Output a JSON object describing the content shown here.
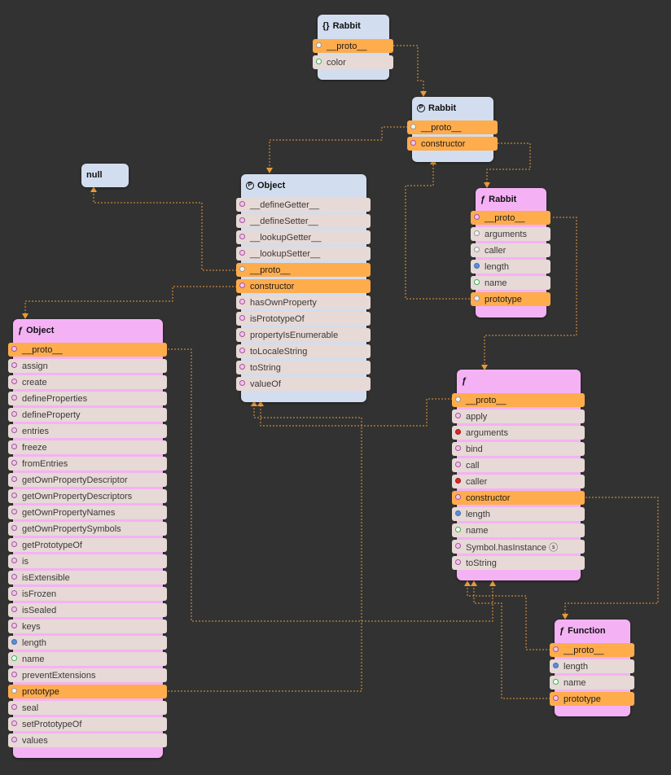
{
  "colors": {
    "background": "#323232",
    "object_node": "#d2deef",
    "function_node": "#f4b2f5",
    "property_row": "#e6d9d6",
    "link_row": "#ffac4d",
    "edge": "#e89a3a"
  },
  "nodes": {
    "rabbit_instance": {
      "glyph": "{}",
      "title": "Rabbit",
      "rows": [
        {
          "label": "__proto__",
          "port": "obj",
          "link": true
        },
        {
          "label": "color",
          "port": "str",
          "link": false
        }
      ]
    },
    "rabbit_prototype": {
      "glyph": "P",
      "title": "Rabbit",
      "rows": [
        {
          "label": "__proto__",
          "port": "obj",
          "link": true
        },
        {
          "label": "constructor",
          "port": "fn",
          "link": true
        }
      ]
    },
    "null_node": {
      "title": "null"
    },
    "object_prototype": {
      "glyph": "P",
      "title": "Object",
      "rows": [
        {
          "label": "__defineGetter__",
          "port": "fn",
          "link": false
        },
        {
          "label": "__defineSetter__",
          "port": "fn",
          "link": false
        },
        {
          "label": "__lookupGetter__",
          "port": "fn",
          "link": false
        },
        {
          "label": "__lookupSetter__",
          "port": "fn",
          "link": false
        },
        {
          "label": "__proto__",
          "port": "obj",
          "link": true
        },
        {
          "label": "constructor",
          "port": "fn",
          "link": true
        },
        {
          "label": "hasOwnProperty",
          "port": "fn",
          "link": false
        },
        {
          "label": "isPrototypeOf",
          "port": "fn",
          "link": false
        },
        {
          "label": "propertyIsEnumerable",
          "port": "fn",
          "link": false
        },
        {
          "label": "toLocaleString",
          "port": "fn",
          "link": false
        },
        {
          "label": "toString",
          "port": "fn",
          "link": false
        },
        {
          "label": "valueOf",
          "port": "fn",
          "link": false
        }
      ]
    },
    "rabbit_function": {
      "glyph": "ƒ",
      "title": "Rabbit",
      "rows": [
        {
          "label": "__proto__",
          "port": "fn",
          "link": true
        },
        {
          "label": "arguments",
          "port": "obj",
          "link": false
        },
        {
          "label": "caller",
          "port": "obj",
          "link": false
        },
        {
          "label": "length",
          "port": "num",
          "link": false
        },
        {
          "label": "name",
          "port": "str",
          "link": false
        },
        {
          "label": "prototype",
          "port": "obj",
          "link": true
        }
      ]
    },
    "object_function": {
      "glyph": "ƒ",
      "title": "Object",
      "rows": [
        {
          "label": "__proto__",
          "port": "fn",
          "link": true
        },
        {
          "label": "assign",
          "port": "fn",
          "link": false
        },
        {
          "label": "create",
          "port": "fn",
          "link": false
        },
        {
          "label": "defineProperties",
          "port": "fn",
          "link": false
        },
        {
          "label": "defineProperty",
          "port": "fn",
          "link": false
        },
        {
          "label": "entries",
          "port": "fn",
          "link": false
        },
        {
          "label": "freeze",
          "port": "fn",
          "link": false
        },
        {
          "label": "fromEntries",
          "port": "fn",
          "link": false
        },
        {
          "label": "getOwnPropertyDescriptor",
          "port": "fn",
          "link": false
        },
        {
          "label": "getOwnPropertyDescriptors",
          "port": "fn",
          "link": false
        },
        {
          "label": "getOwnPropertyNames",
          "port": "fn",
          "link": false
        },
        {
          "label": "getOwnPropertySymbols",
          "port": "fn",
          "link": false
        },
        {
          "label": "getPrototypeOf",
          "port": "fn",
          "link": false
        },
        {
          "label": "is",
          "port": "fn",
          "link": false
        },
        {
          "label": "isExtensible",
          "port": "fn",
          "link": false
        },
        {
          "label": "isFrozen",
          "port": "fn",
          "link": false
        },
        {
          "label": "isSealed",
          "port": "fn",
          "link": false
        },
        {
          "label": "keys",
          "port": "fn",
          "link": false
        },
        {
          "label": "length",
          "port": "num",
          "link": false
        },
        {
          "label": "name",
          "port": "str",
          "link": false
        },
        {
          "label": "preventExtensions",
          "port": "fn",
          "link": false
        },
        {
          "label": "prototype",
          "port": "obj",
          "link": true
        },
        {
          "label": "seal",
          "port": "fn",
          "link": false
        },
        {
          "label": "setPrototypeOf",
          "port": "fn",
          "link": false
        },
        {
          "label": "values",
          "port": "fn",
          "link": false
        }
      ]
    },
    "function_prototype": {
      "glyph": "ƒ",
      "title": "",
      "rows": [
        {
          "label": "__proto__",
          "port": "obj",
          "link": true
        },
        {
          "label": "apply",
          "port": "fn",
          "link": false
        },
        {
          "label": "arguments",
          "port": "err",
          "link": false
        },
        {
          "label": "bind",
          "port": "fn",
          "link": false
        },
        {
          "label": "call",
          "port": "fn",
          "link": false
        },
        {
          "label": "caller",
          "port": "err",
          "link": false
        },
        {
          "label": "constructor",
          "port": "fn",
          "link": true
        },
        {
          "label": "length",
          "port": "num",
          "link": false
        },
        {
          "label": "name",
          "port": "str",
          "link": false
        },
        {
          "label": "Symbol.hasInstance ⓢ",
          "port": "fn",
          "link": false
        },
        {
          "label": "toString",
          "port": "fn",
          "link": false
        }
      ]
    },
    "function_function": {
      "glyph": "ƒ",
      "title": "Function",
      "rows": [
        {
          "label": "__proto__",
          "port": "fn",
          "link": true
        },
        {
          "label": "length",
          "port": "num",
          "link": false
        },
        {
          "label": "name",
          "port": "str",
          "link": false
        },
        {
          "label": "prototype",
          "port": "fn",
          "link": true
        }
      ]
    }
  }
}
